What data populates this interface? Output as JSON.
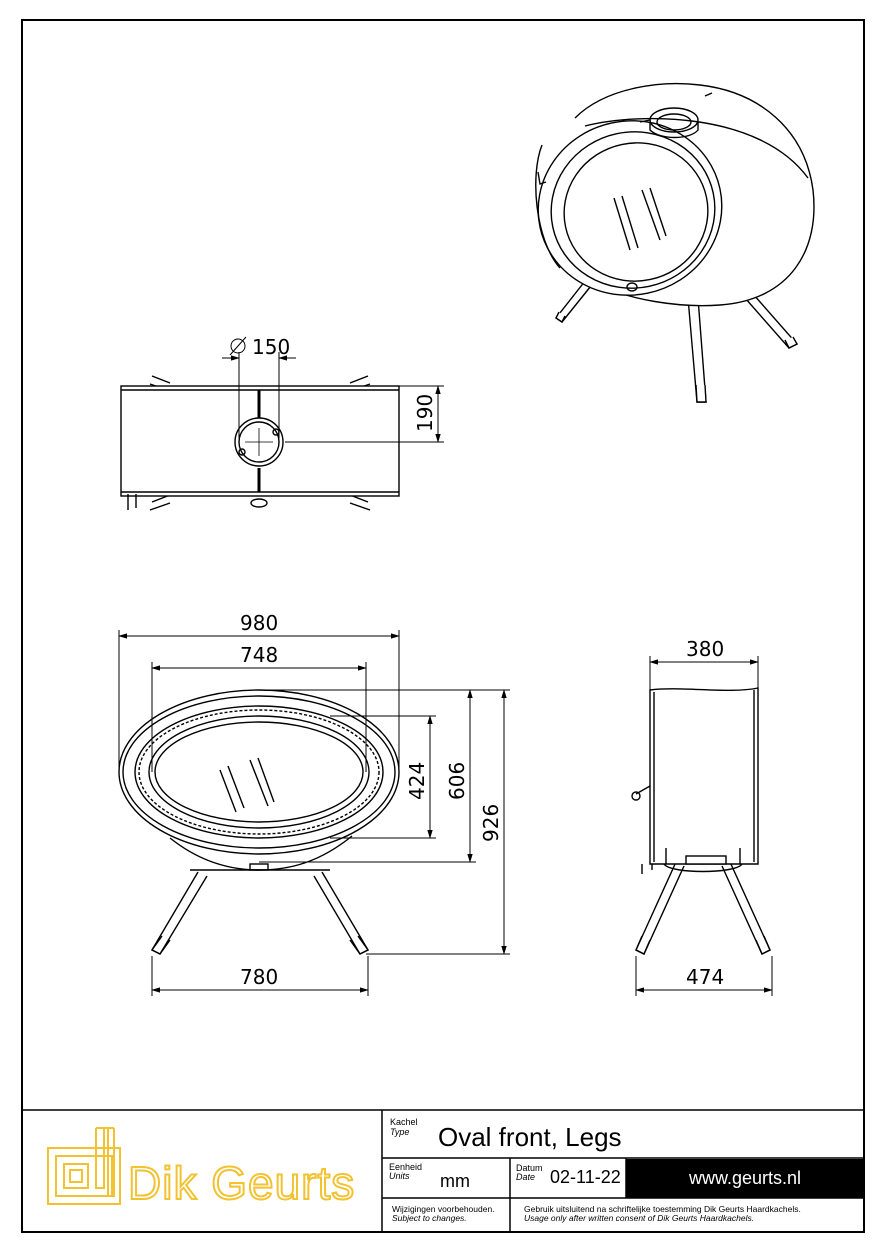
{
  "drawing": {
    "dimensions": {
      "flue_diameter": "150",
      "flue_offset": "190",
      "overall_width": "980",
      "window_width": "748",
      "window_height": "424",
      "body_height": "606",
      "overall_height": "926",
      "leg_span_front": "780",
      "depth": "380",
      "leg_span_side": "474"
    }
  },
  "title_block": {
    "logo_text": "Dik Geurts",
    "type_label_nl": "Kachel",
    "type_label_en": "Type",
    "type_value": "Oval front, Legs",
    "units_label_nl": "Eenheid",
    "units_label_en": "Units",
    "units_value": "mm",
    "date_label_nl": "Datum",
    "date_label_en": "Date",
    "date_value": "02-11-22",
    "website": "www.geurts.nl",
    "changes_nl": "Wijzigingen voorbehouden.",
    "changes_en": "Subject to changes.",
    "consent_nl": "Gebruik uitsluitend na schriftelijke toestemming Dik Geurts Haardkachels.",
    "consent_en": "Usage only after written consent of Dik Geurts Haardkachels."
  },
  "colors": {
    "logo": "#f2c230",
    "website_bar": "#000000",
    "website_text": "#ffffff",
    "line": "#000000"
  }
}
